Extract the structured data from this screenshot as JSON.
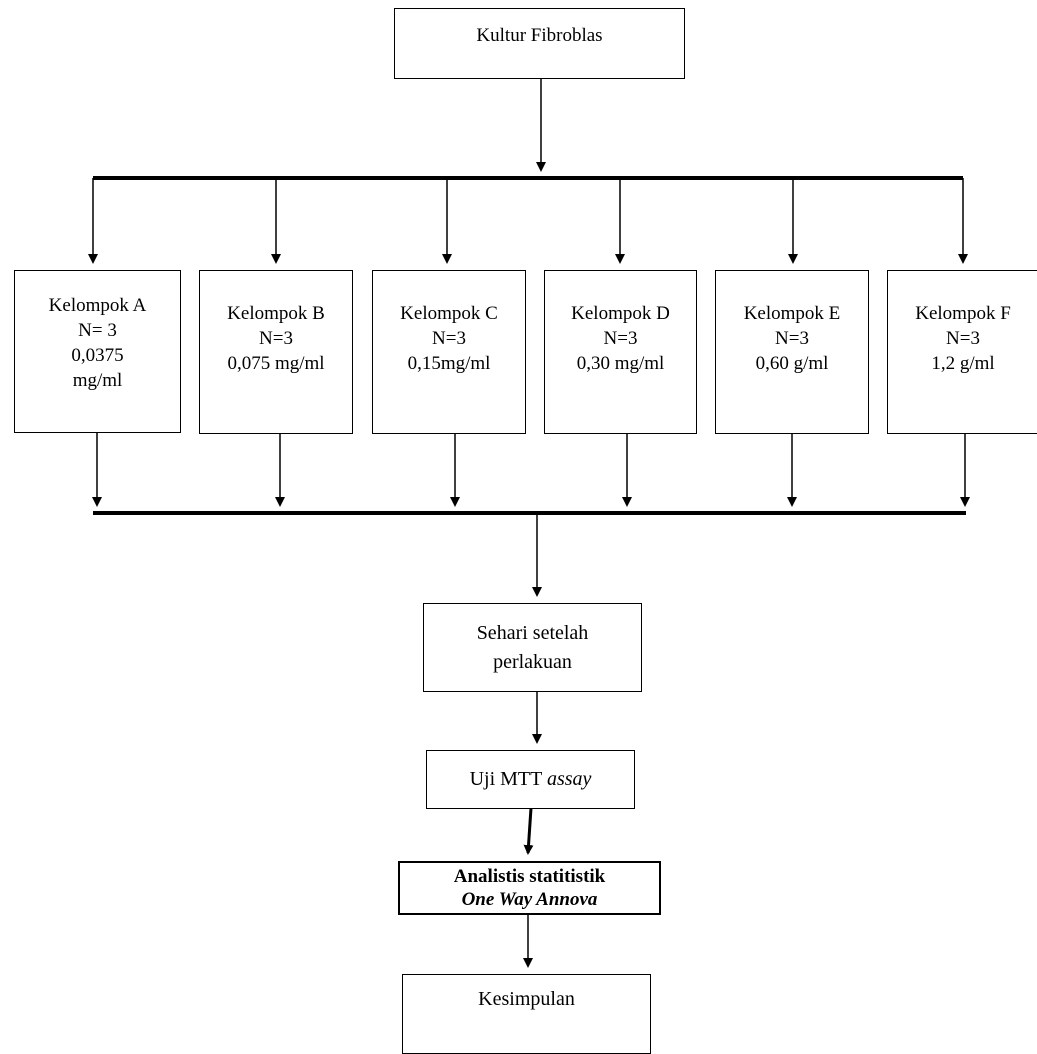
{
  "start": {
    "label": "Kultur Fibroblas"
  },
  "groups": [
    {
      "lines": [
        "Kelompok A",
        "N= 3",
        "0,0375",
        "mg/ml"
      ]
    },
    {
      "lines": [
        "Kelompok B",
        "N=3",
        "0,075 mg/ml"
      ]
    },
    {
      "lines": [
        "Kelompok C",
        "N=3",
        "0,15mg/ml"
      ]
    },
    {
      "lines": [
        "Kelompok D",
        "N=3",
        "0,30 mg/ml"
      ]
    },
    {
      "lines": [
        "Kelompok E",
        "N=3",
        "0,60 g/ml"
      ]
    },
    {
      "lines": [
        "Kelompok F",
        "N=3",
        "1,2 g/ml"
      ]
    }
  ],
  "treatment": {
    "line1": "Sehari setelah",
    "line2": "perlakuan"
  },
  "mtt": {
    "prefix": "Uji MTT ",
    "italic": "assay"
  },
  "analysis": {
    "line1": "Analistis statitistik",
    "line2": "One Way Annova"
  },
  "conclusion": {
    "label": "Kesimpulan"
  }
}
